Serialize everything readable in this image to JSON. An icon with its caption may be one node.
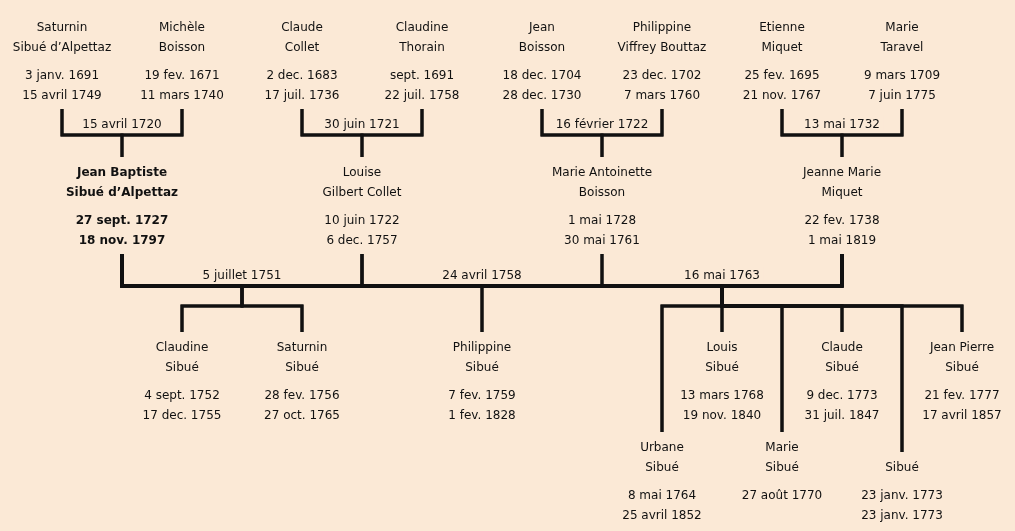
{
  "diagram": {
    "nodes": [
      {
        "text": [
          "Saturnin Sibué d’Alpettaz",
          "3 janv. 1691",
          "15 avril 1749"
        ]
      },
      {
        "text": [
          "Michèle Boisson",
          "19 fev. 1671",
          "11 mars 1740"
        ]
      },
      {
        "text": [
          "Claude Collet",
          "2 dec. 1683",
          "17 juil. 1736"
        ]
      },
      {
        "text": [
          "Claudine Thorain",
          "sept. 1691",
          "22 juil. 1758"
        ]
      },
      {
        "text": [
          "Jean Boisson",
          "18 dec. 1704",
          "28 dec. 1730"
        ]
      },
      {
        "text": [
          "Philippine Viffrey Bouttaz",
          "23 dec. 1702",
          "7 mars 1760"
        ]
      },
      {
        "text": [
          "Etienne Miquet",
          "25 fev. 1695",
          "21 nov. 1767"
        ]
      },
      {
        "text": [
          "Marie Taravel",
          "9 mars 1709",
          "7 juin 1775"
        ]
      },
      {
        "text": [
          "Jean Baptiste Sibué d’Alpettaz",
          "27 sept. 1727",
          "18 nov. 1797"
        ]
      },
      {
        "text": [
          "Louise Gilbert Collet",
          "10 juin 1722",
          "6 dec. 1757"
        ]
      },
      {
        "text": [
          "Marie Antoinette Boisson",
          "1 mai 1728",
          "30 mai 1761"
        ]
      },
      {
        "text": [
          "Jeanne Marie Miquet",
          "22 fev. 1738",
          "1 mai 1819"
        ]
      },
      {
        "text": [
          "Claudine Sibué",
          "4 sept. 1752",
          "17 dec. 1755"
        ]
      },
      {
        "text": [
          "Saturnin Sibué",
          "28 fev. 1756",
          "27 oct. 1765"
        ]
      },
      {
        "text": [
          "Philippine Sibué",
          "7 fev. 1759",
          "1 fev. 1828"
        ]
      },
      {
        "text": [
          "Louis Sibué",
          "13 mars 1768",
          "19 nov. 1840"
        ]
      },
      {
        "text": [
          "Claude Sibué",
          "9 dec. 1773",
          "31 juil. 1847"
        ]
      },
      {
        "text": [
          "Jean Pierre Sibué",
          "21 fev. 1777",
          "17 avril 1857"
        ]
      },
      {
        "text": [
          "Urbane Sibué",
          "8 mai 1764",
          "25 avril 1852"
        ]
      },
      {
        "text": [
          "Marie Sibué",
          "27 août 1770"
        ]
      },
      {
        "text": [
          "Sibué",
          "23 janv. 1773",
          "23 janv. 1773"
        ]
      }
    ],
    "edges": [
      {
        "from": 0,
        "to": 1,
        "arrow": "none",
        "label": "15 avril 1720"
      },
      {
        "from": 0,
        "to": 8,
        "arrow": "none"
      },
      {
        "from": 1,
        "to": 8,
        "arrow": "none"
      },
      {
        "from": 2,
        "to": 3,
        "arrow": "none",
        "label": "30 juin 1721"
      },
      {
        "from": 2,
        "to": 9,
        "arrow": "none"
      },
      {
        "from": 3,
        "to": 9,
        "arrow": "none"
      },
      {
        "from": 4,
        "to": 5,
        "arrow": "none",
        "label": "16 février 1722"
      },
      {
        "from": 4,
        "to": 10,
        "arrow": "none"
      },
      {
        "from": 5,
        "to": 10,
        "arrow": "none"
      },
      {
        "from": 6,
        "to": 7,
        "arrow": "none",
        "label": "13 mai 1732"
      },
      {
        "from": 6,
        "to": 11,
        "arrow": "none"
      },
      {
        "from": 7,
        "to": 11,
        "arrow": "none"
      },
      {
        "from": 8,
        "to": 9,
        "arrow": "none",
        "label": "5 juillet 1751"
      },
      {
        "from": 8,
        "to": 10,
        "arrow": "none",
        "label": "24 avril 1758"
      },
      {
        "from": 8,
        "to": 11,
        "arrow": "none",
        "label": "16 mai 1763"
      },
      {
        "from": 8,
        "to": 12,
        "arrow": "none"
      },
      {
        "from": 9,
        "to": 12,
        "arrow": "none"
      },
      {
        "from": 8,
        "to": 13,
        "arrow": "none"
      },
      {
        "from": 9,
        "to": 13,
        "arrow": "none"
      },
      {
        "from": 8,
        "to": 14,
        "arrow": "none"
      },
      {
        "from": 10,
        "to": 14,
        "arrow": "none"
      },
      {
        "from": 8,
        "to": 15,
        "arrow": "none"
      },
      {
        "from": 11,
        "to": 15,
        "arrow": "none"
      },
      {
        "from": 8,
        "to": 16,
        "arrow": "none"
      },
      {
        "from": 11,
        "to": 16,
        "arrow": "none"
      },
      {
        "from": 8,
        "to": 17,
        "arrow": "none"
      },
      {
        "from": 11,
        "to": 17,
        "arrow": "none"
      },
      {
        "from": 8,
        "to": 18,
        "arrow": "none"
      },
      {
        "from": 11,
        "to": 18,
        "arrow": "none"
      },
      {
        "from": 8,
        "to": 19,
        "arrow": "none"
      },
      {
        "from": 11,
        "to": 19,
        "arrow": "none"
      },
      {
        "from": 8,
        "to": 20,
        "arrow": "none"
      },
      {
        "from": 11,
        "to": 20,
        "arrow": "none"
      }
    ]
  }
}
